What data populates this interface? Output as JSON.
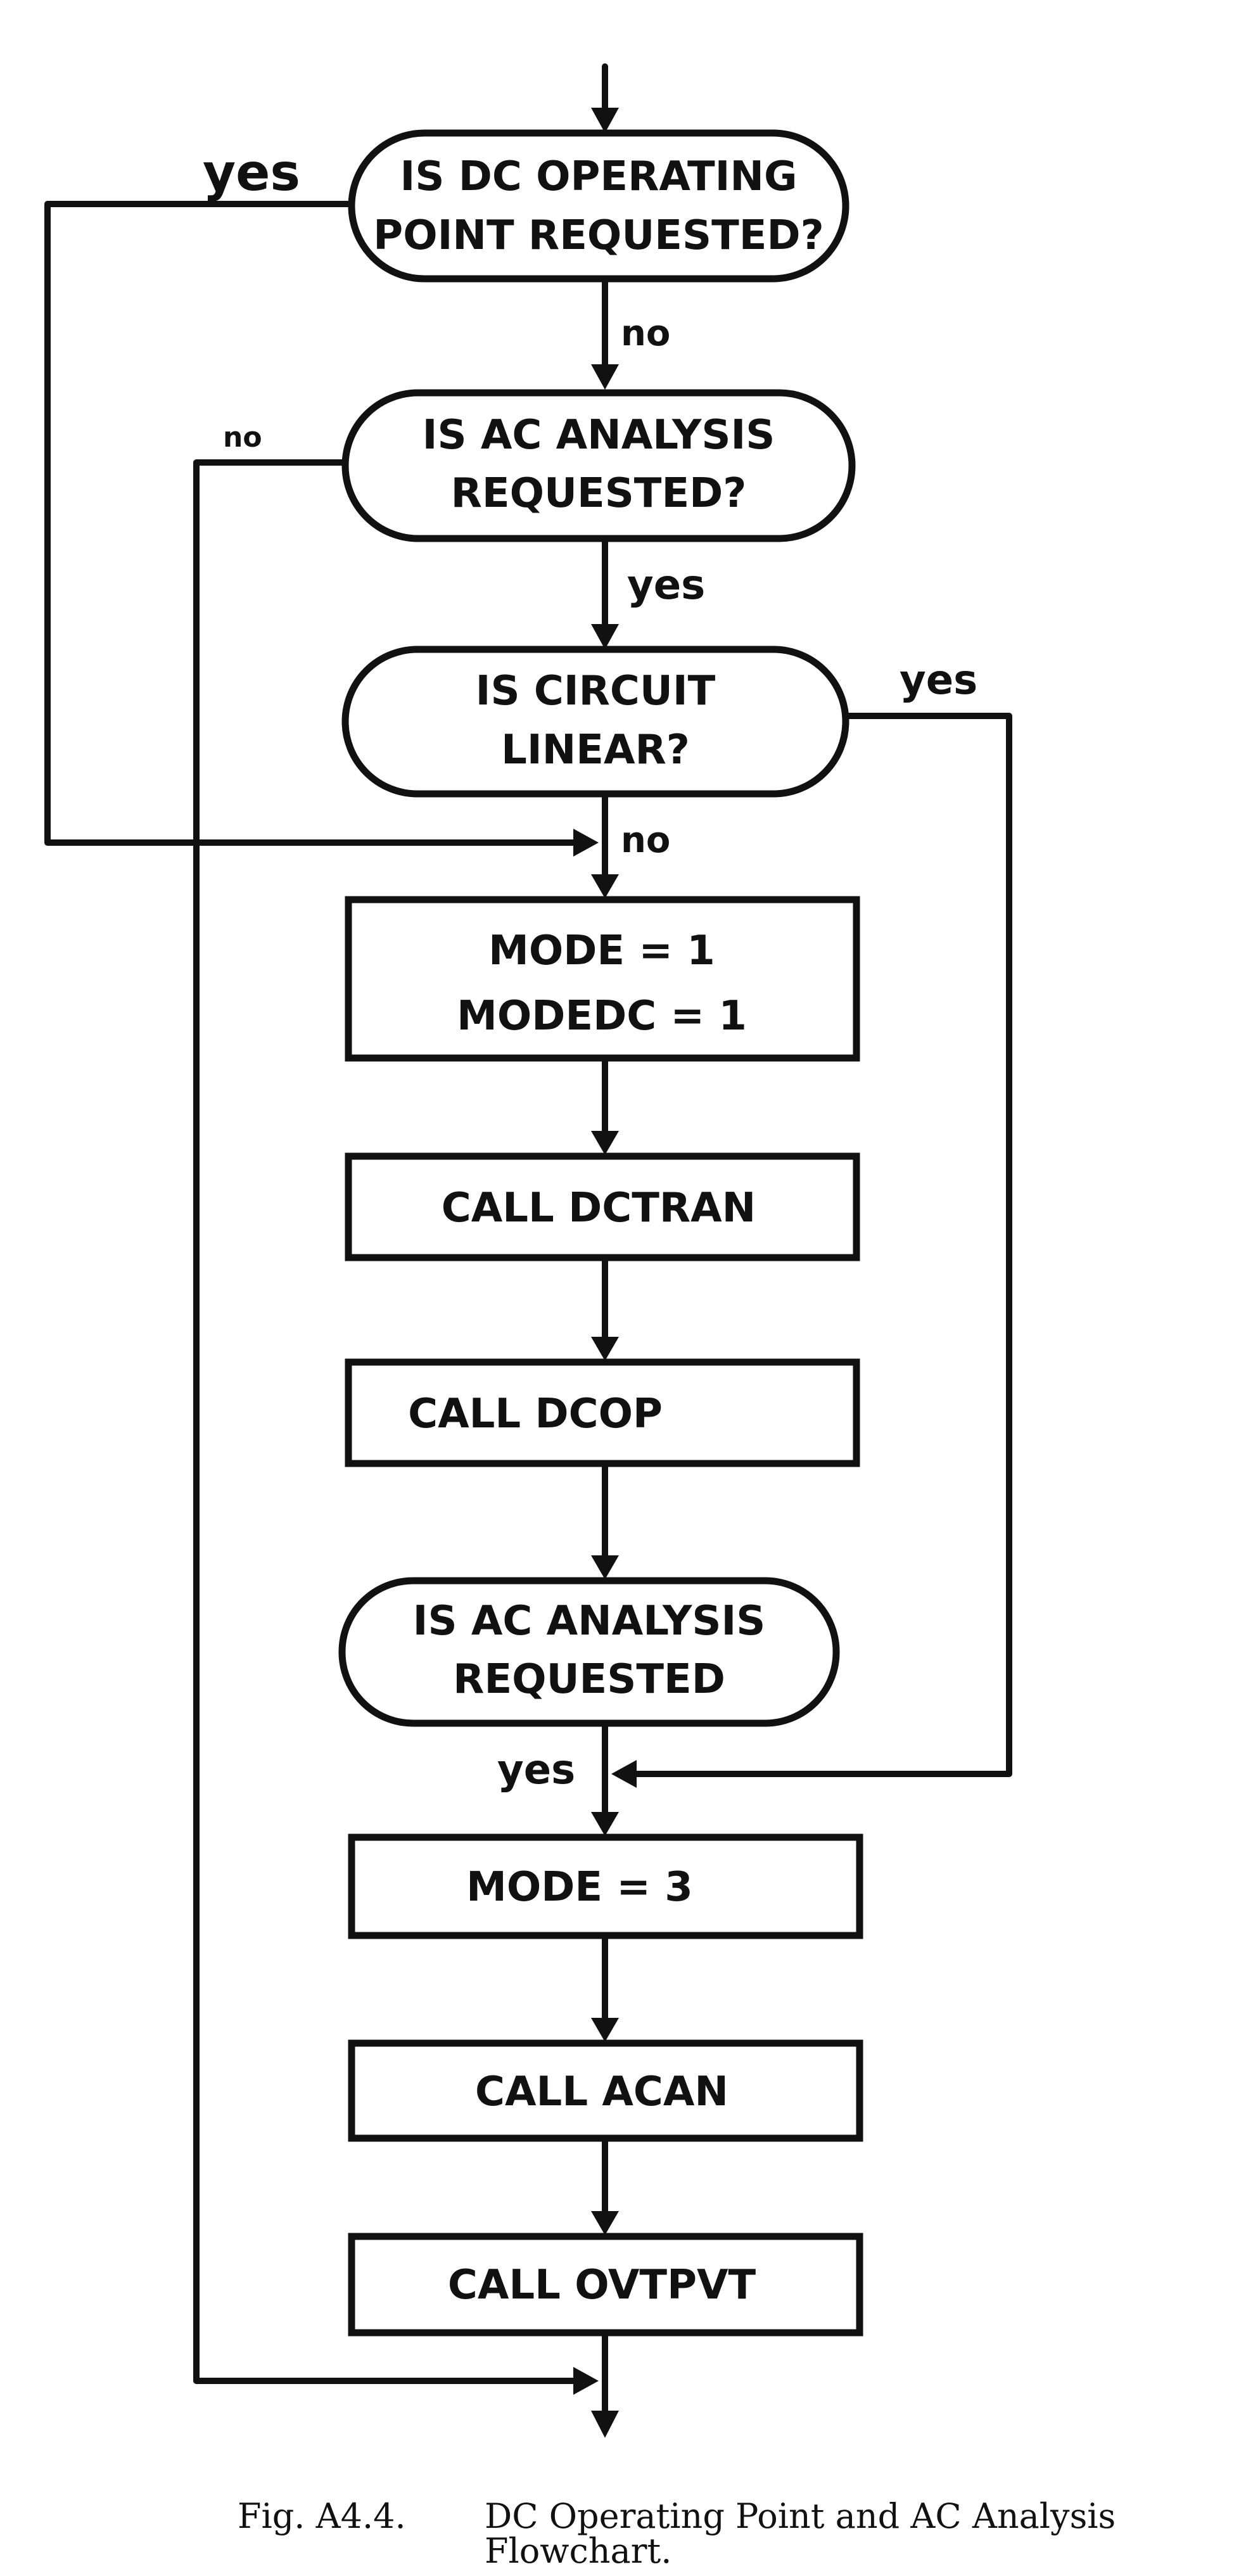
{
  "flowchart": {
    "decisions": {
      "dc_op_requested": [
        "IS DC OPERATING",
        "POINT REQUESTED?"
      ],
      "ac_requested_1": [
        "IS AC ANALYSIS",
        "REQUESTED?"
      ],
      "circuit_linear": [
        "IS CIRCUIT",
        "LINEAR?"
      ],
      "ac_requested_2": [
        "IS AC ANALYSIS",
        "REQUESTED"
      ]
    },
    "processes": {
      "mode_dc": [
        "MODE = 1",
        "MODEDC = 1"
      ],
      "call_dctran": "CALL DCTRAN",
      "call_dcop": "CALL DCOP",
      "mode_3": "MODE = 3",
      "call_acan": "CALL ACAN",
      "call_outpot": "CALL OVTPVT"
    },
    "edge_labels": {
      "dc_yes": "yes",
      "dc_no": "no",
      "ac1_no": "no",
      "ac1_yes": "yes",
      "linear_yes": "yes",
      "linear_no": "no",
      "ac2_yes": "yes"
    }
  },
  "caption": {
    "label": "Fig. A4.4.",
    "text_line1": "DC Operating Point and AC Analysis",
    "text_line2": "Flowchart."
  }
}
